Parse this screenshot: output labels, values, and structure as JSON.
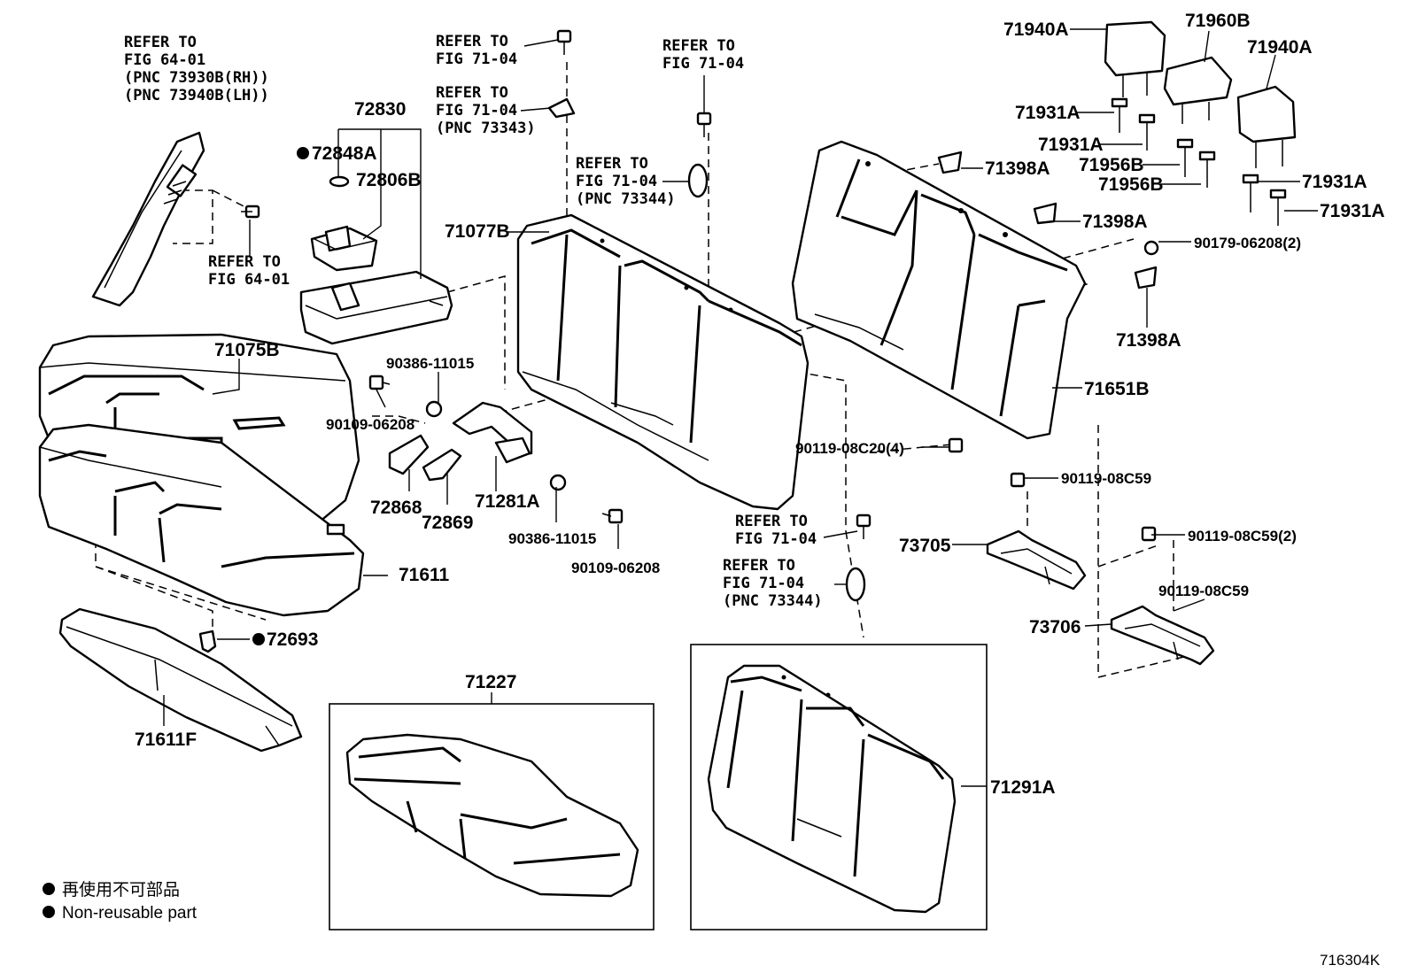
{
  "refers": {
    "r1": [
      "REFER TO",
      "FIG 64-01",
      "(PNC 73930B(RH))",
      "(PNC 73940B(LH))"
    ],
    "r2": [
      "REFER TO",
      "FIG 64-01"
    ],
    "r3": [
      "REFER TO",
      "FIG 71-04"
    ],
    "r4": [
      "REFER TO",
      "FIG 71-04",
      "(PNC 73343)"
    ],
    "r5": [
      "REFER TO",
      "FIG 71-04"
    ],
    "r6": [
      "REFER TO",
      "FIG 71-04",
      "(PNC 73344)"
    ],
    "r7": [
      "REFER TO",
      "FIG 71-04"
    ],
    "r8": [
      "REFER TO",
      "FIG 71-04",
      "(PNC 73344)"
    ]
  },
  "parts": {
    "p72830": "72830",
    "p72848A": "72848A",
    "p72806B": "72806B",
    "p71075B": "71075B",
    "p71077B": "71077B",
    "p90386a": "90386-11015",
    "p90109a": "90109-06208",
    "p72868": "72868",
    "p72869": "72869",
    "p71281A": "71281A",
    "p90386b": "90386-11015",
    "p90109b": "90109-06208",
    "p71611": "71611",
    "p72693": "72693",
    "p71611F": "71611F",
    "p71227": "71227",
    "p71291A": "71291A",
    "p71940A_a": "71940A",
    "p71960B": "71960B",
    "p71940A_b": "71940A",
    "p71931A_a": "71931A",
    "p71931A_b": "71931A",
    "p71956B_a": "71956B",
    "p71956B_b": "71956B",
    "p71931A_c": "71931A",
    "p71931A_d": "71931A",
    "p71398A_a": "71398A",
    "p71398A_b": "71398A",
    "p90179": "90179-06208(2)",
    "p71398A_c": "71398A",
    "p71651B": "71651B",
    "p90119_4": "90119-08C20(4)",
    "p90119_c59a": "90119-08C59",
    "p73705": "73705",
    "p90119_c59_2": "90119-08C59(2)",
    "p90119_c59b": "90119-08C59",
    "p73706": "73706"
  },
  "legend": {
    "line1": "再使用不可部品",
    "line2": "Non-reusable part"
  },
  "diagram_code": "716304K"
}
